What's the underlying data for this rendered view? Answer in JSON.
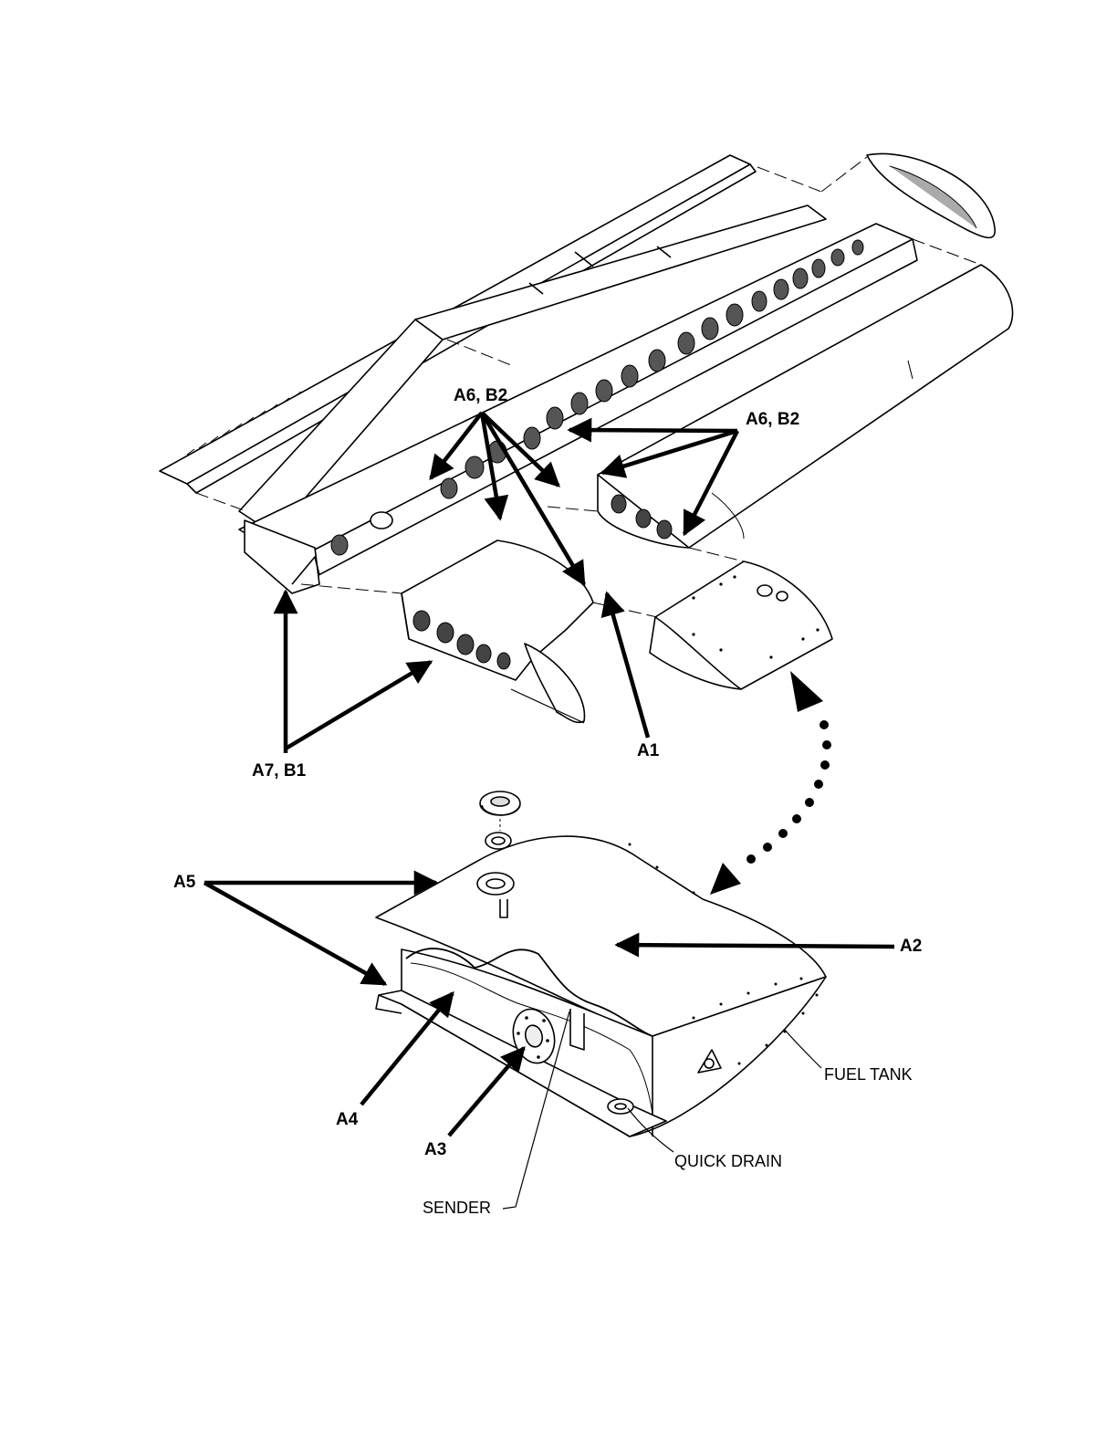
{
  "callouts": {
    "a6_b2_left": "A6, B2",
    "a6_b2_right": "A6, B2",
    "a7_b1": "A7, B1",
    "a1": "A1",
    "a5": "A5",
    "a2": "A2",
    "a4": "A4",
    "a3": "A3"
  },
  "parts": {
    "fuel_tank": "FUEL TANK",
    "quick_drain": "QUICK DRAIN",
    "sender": "SENDER"
  },
  "colors": {
    "ink": "#000000",
    "paper": "#ffffff",
    "shade": "#d9d9d9"
  }
}
